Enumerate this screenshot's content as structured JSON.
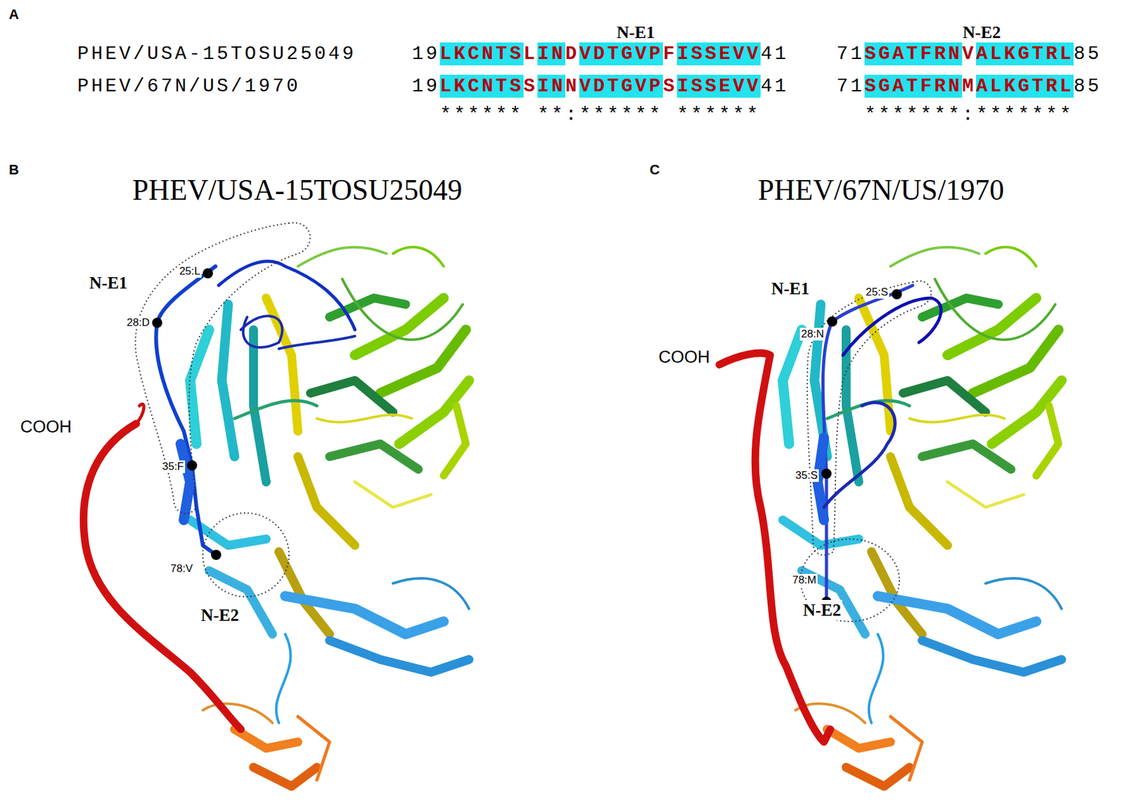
{
  "diagram": {
    "labels": [
      "A",
      "PHEV/USA-15TOSU25049",
      "PHEV/67N/US/1970",
      "N-E1",
      "N-E2",
      "19",
      "LKCNTS",
      "L",
      "IN",
      "D",
      "VDTGVP",
      "F",
      "ISSEVV",
      "41",
      "19",
      "LKCNTS",
      "S",
      "IN",
      "N",
      "VDTGVP",
      "S",
      "ISSEVV",
      "41",
      "****** **:****** ******",
      "71",
      "SGATFRN",
      "V",
      "ALKGTRL",
      "85",
      "71",
      "SGATFRN",
      "M",
      "ALKGTRL",
      "85",
      "*******:*******",
      "B",
      "PHEV/USA-15TOSU25049",
      "C",
      "PHEV/67N/US/1970",
      "N-E1",
      "25:L",
      "28:D",
      "35:F",
      "78:V",
      "COOH",
      "N-E2",
      "N-E1",
      "25:S",
      "28:N",
      "COOH",
      "35:S",
      "78:M",
      "N-E2"
    ]
  }
}
